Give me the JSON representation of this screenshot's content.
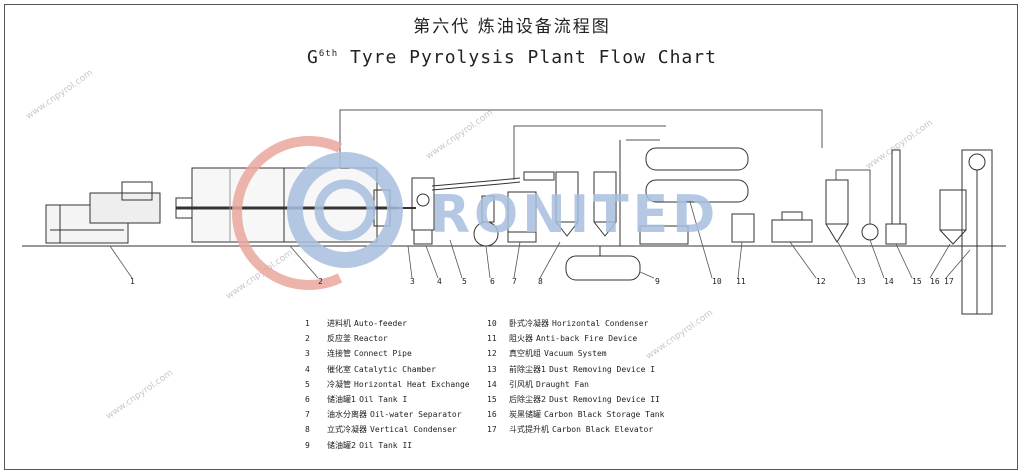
{
  "title_cn": "第六代 炼油设备流程图",
  "title_en_prefix": "G",
  "title_en_sup": "6th",
  "title_en_rest": " Tyre Pyrolysis Plant Flow Chart",
  "logo_text": "RONITED",
  "watermark": "www.cnpyrol.com",
  "component_numbers": [
    "1",
    "2",
    "3",
    "4",
    "5",
    "6",
    "7",
    "8",
    "9",
    "10",
    "11",
    "12",
    "13",
    "14",
    "15",
    "16",
    "17"
  ],
  "legend_left": [
    {
      "num": "1",
      "cn": "进料机",
      "en": "Auto-feeder"
    },
    {
      "num": "2",
      "cn": "反应釜",
      "en": "Reactor"
    },
    {
      "num": "3",
      "cn": "连接管",
      "en": "Connect Pipe"
    },
    {
      "num": "4",
      "cn": "催化室",
      "en": "Catalytic Chamber"
    },
    {
      "num": "5",
      "cn": "冷凝管",
      "en": "Horizontal Heat Exchange"
    },
    {
      "num": "6",
      "cn": "储油罐1",
      "en": "Oil Tank I"
    },
    {
      "num": "7",
      "cn": "油水分离器",
      "en": "Oil-water Separator"
    },
    {
      "num": "8",
      "cn": "立式冷凝器",
      "en": "Vertical Condenser"
    },
    {
      "num": "9",
      "cn": "储油罐2",
      "en": "Oil Tank II"
    }
  ],
  "legend_right": [
    {
      "num": "10",
      "cn": "卧式冷凝器",
      "en": "Horizontal Condenser"
    },
    {
      "num": "11",
      "cn": "阻火器",
      "en": "Anti-back Fire Device"
    },
    {
      "num": "12",
      "cn": "真空机组",
      "en": "Vacuum System"
    },
    {
      "num": "13",
      "cn": "前除尘器1",
      "en": "Dust Removing Device I"
    },
    {
      "num": "14",
      "cn": "引风机",
      "en": "Draught Fan"
    },
    {
      "num": "15",
      "cn": "后除尘器2",
      "en": "Dust Removing Device II"
    },
    {
      "num": "16",
      "cn": "炭黑储罐",
      "en": "Carbon Black Storage Tank"
    },
    {
      "num": "17",
      "cn": "斗式提升机",
      "en": "Carbon Black Elevator"
    }
  ]
}
